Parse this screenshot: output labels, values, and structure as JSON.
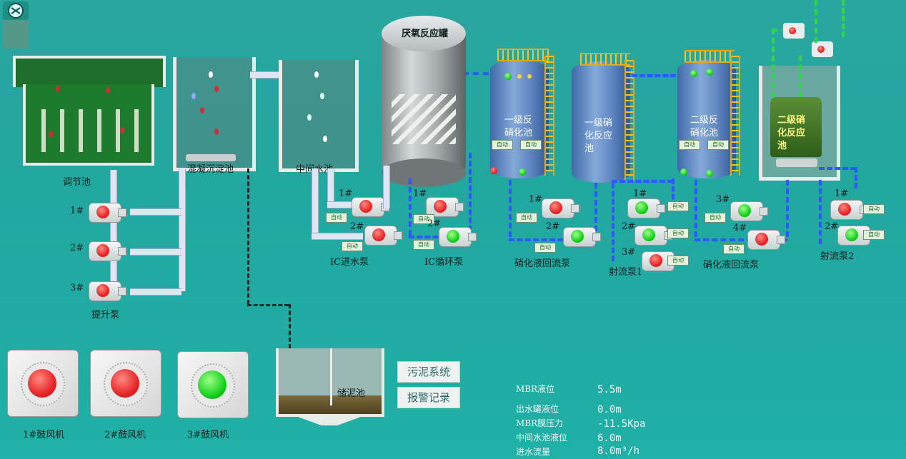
{
  "units": {
    "tiaojie": "调节池",
    "hunning": "混凝沉淀池",
    "zhongjian": "中间水池",
    "yanyang": "厌氧反应罐",
    "yiji_fanxiao": "一级反\n硝化池",
    "yiji_xiaohua": "一级硝\n化反应\n池",
    "erji_fanxiao": "二级反\n硝化池",
    "erji_xiaohua": "二级硝\n化反应\n池",
    "chuni": "储泥池"
  },
  "pumps": {
    "lift_label": "提升泵",
    "lift_1": "1#",
    "lift_2": "2#",
    "lift_3": "3#",
    "ic_in_label": "IC进水泵",
    "ic_in_1": "1#",
    "ic_in_2": "2#",
    "ic_cycle_label": "IC循环泵",
    "ic_cycle_1": "1#",
    "ic_cycle_2": "2#",
    "nitro_return_label": "硝化液回流泵",
    "nitro_return_1": "1#",
    "nitro_return_2": "2#",
    "jet1_label": "射流泵1",
    "jet1_1": "1#",
    "jet1_2": "2#",
    "jet1_3": "3#",
    "nitro_return2_label": "硝化液回流泵",
    "nitro_return2_3": "3#",
    "nitro_return2_4": "4#",
    "jet2_label": "射流泵2",
    "jet2_1": "1#",
    "jet2_2": "2#",
    "auto_tag": "自动"
  },
  "fans": {
    "fan1": "1#鼓风机",
    "fan2": "2#鼓风机",
    "fan3": "3#鼓风机"
  },
  "buttons": {
    "sludge_system": "污泥系统",
    "alarm_records": "报警记录"
  },
  "stats": {
    "mbr_level_label": "MBR液位",
    "mbr_level_value": "5.5m",
    "out_tank_label": "出水罐液位",
    "out_tank_value": "0.0m",
    "mbr_pressure_label": "MBR膜压力",
    "mbr_pressure_value": "-11.5Kpa",
    "mid_pool_label": "中间水池液位",
    "mid_pool_value": "6.0m",
    "inflow_label": "进水流量",
    "inflow_value": "8.0m³/h"
  },
  "colors": {
    "background": "#22a79f",
    "running": "#19d21f",
    "stopped": "#e8262a",
    "pipe_water": "#2f56ff",
    "pipe_air": "#2fd64a"
  }
}
